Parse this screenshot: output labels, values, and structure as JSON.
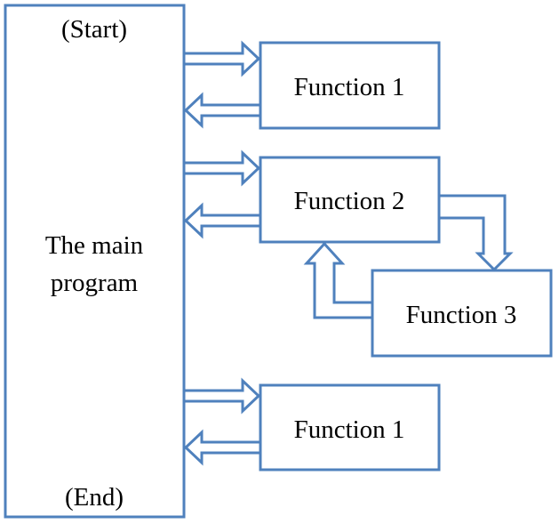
{
  "colors": {
    "stroke": "#4f81bd",
    "background": "#ffffff",
    "text": "#000000"
  },
  "main_program": {
    "start_label": "(Start)",
    "name_line1": "The main",
    "name_line2": "program",
    "end_label": "(End)"
  },
  "functions": [
    {
      "label": "Function 1"
    },
    {
      "label": "Function 2"
    },
    {
      "label": "Function 3"
    },
    {
      "label": "Function 1"
    }
  ],
  "connections": [
    {
      "from": "The main program",
      "to": "Function 1",
      "style": "hollow-arrow"
    },
    {
      "from": "Function 1",
      "to": "The main program",
      "style": "hollow-arrow"
    },
    {
      "from": "The main program",
      "to": "Function 2",
      "style": "hollow-arrow"
    },
    {
      "from": "Function 2",
      "to": "The main program",
      "style": "hollow-arrow"
    },
    {
      "from": "Function 2",
      "to": "Function 3",
      "style": "hollow-arrow"
    },
    {
      "from": "Function 3",
      "to": "Function 2",
      "style": "hollow-arrow"
    },
    {
      "from": "The main program",
      "to": "Function 1",
      "style": "hollow-arrow"
    },
    {
      "from": "Function 1",
      "to": "The main program",
      "style": "hollow-arrow"
    }
  ]
}
